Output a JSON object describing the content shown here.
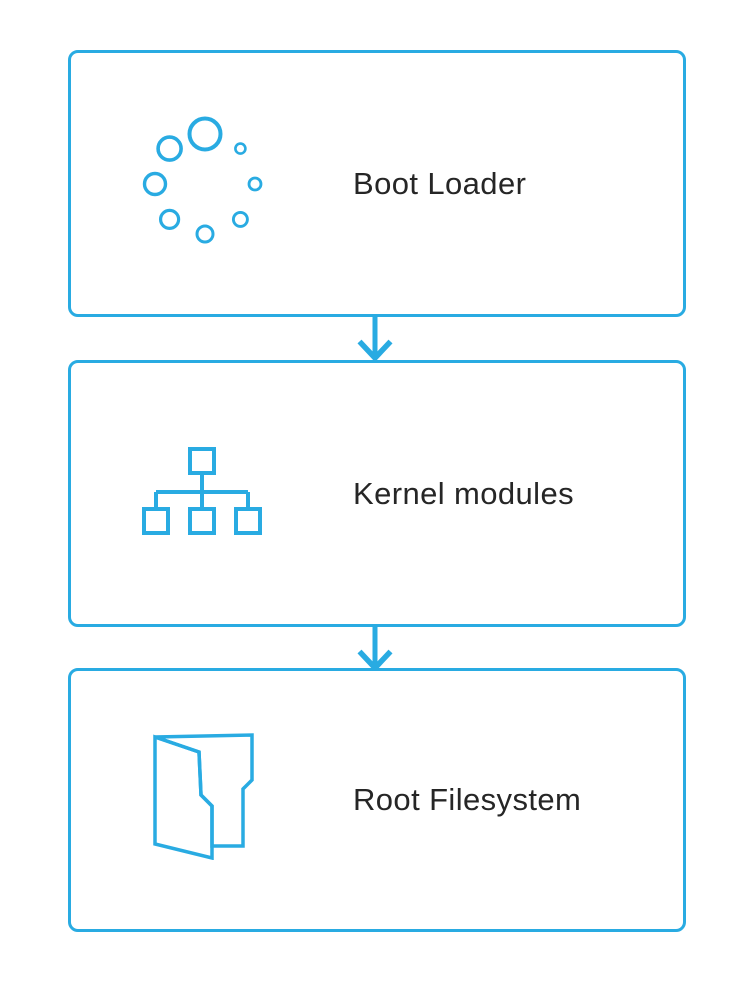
{
  "diagram": {
    "type": "flowchart",
    "direction": "top-down",
    "background_color": "#ffffff",
    "accent_color": "#29abe2",
    "text_color": "#262626",
    "nodes": [
      {
        "id": "boot-loader",
        "label": "Boot Loader",
        "icon": "spinner-icon"
      },
      {
        "id": "kernel-modules",
        "label": "Kernel modules",
        "icon": "hierarchy-icon"
      },
      {
        "id": "root-filesystem",
        "label": "Root Filesystem",
        "icon": "open-folder-icon"
      }
    ],
    "connections": [
      {
        "from": "boot-loader",
        "to": "kernel-modules",
        "style": "arrow-down"
      },
      {
        "from": "kernel-modules",
        "to": "root-filesystem",
        "style": "arrow-down"
      }
    ]
  }
}
